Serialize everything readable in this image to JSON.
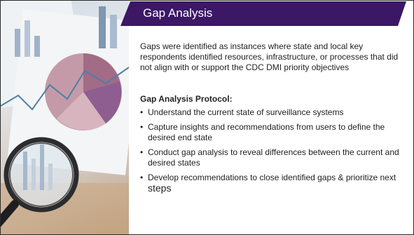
{
  "title": "Gap Analysis",
  "intro": "Gaps were identified as instances where state and local key respondents identified resources, infrastructure, or processes that did not align with or support the CDC DMI priority objectives",
  "protocol_heading": "Gap Analysis Protocol:",
  "bullets": [
    "Understand the current state of surveillance systems",
    "Capture insights and recommendations from users to define the desired end state",
    "Conduct gap analysis to reveal differences between the current and desired states",
    "Develop recommendations to close identified gaps & prioritize next"
  ],
  "last_bullet_tail": "steps",
  "bullet_glyph": "•",
  "colors": {
    "title_bar": "#3b1766",
    "title_text": "#ffffff",
    "body_text": "#222222"
  },
  "photo_description_icons": [
    "pie-chart",
    "bar-chart",
    "magnifying-glass"
  ]
}
